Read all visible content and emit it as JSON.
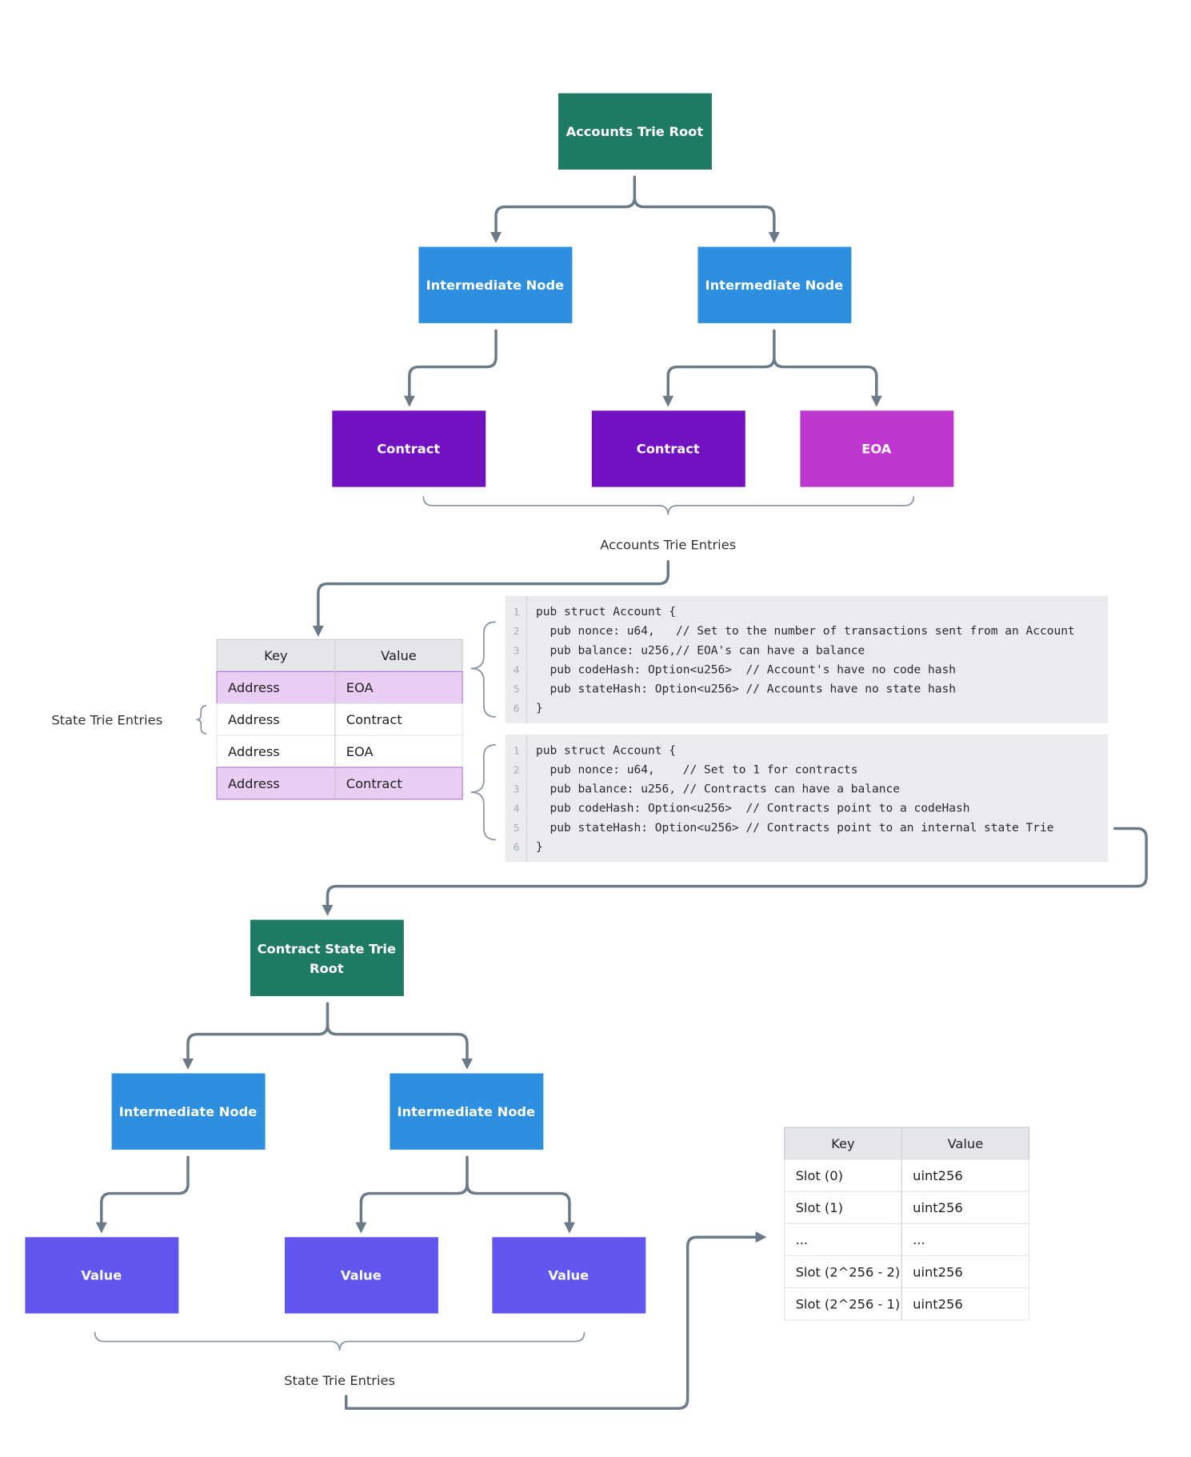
{
  "colors": {
    "root": "#1f7a64",
    "intermediate": "#2e8fe0",
    "contract": "#7211c2",
    "eoa": "#c036d1",
    "value": "#6157f0",
    "connector": "#6b7a88",
    "highlight_row": "#e9cdf3",
    "code_bg": "#e9ebee"
  },
  "accounts_trie": {
    "root": "Accounts Trie Root",
    "intermediate_left": "Intermediate Node",
    "intermediate_right": "Intermediate Node",
    "leaf_1": "Contract",
    "leaf_2": "Contract",
    "leaf_3": "EOA",
    "entries_label": "Accounts Trie Entries"
  },
  "state_trie_entries_label": "State Trie Entries",
  "accounts_table": {
    "headers": [
      "Key",
      "Value"
    ],
    "rows": [
      {
        "key": "Address",
        "value": "EOA",
        "highlight": true
      },
      {
        "key": "Address",
        "value": "Contract",
        "highlight": false
      },
      {
        "key": "Address",
        "value": "EOA",
        "highlight": false
      },
      {
        "key": "Address",
        "value": "Contract",
        "highlight": true
      }
    ]
  },
  "code_eoa": [
    "pub struct Account {",
    "  pub nonce: u64,   // Set to the number of transactions sent from an Account",
    "  pub balance: u256,// EOA's can have a balance",
    "  pub codeHash: Option<u256>  // Account's have no code hash",
    "  pub stateHash: Option<u256> // Accounts have no state hash",
    "}"
  ],
  "code_contract": [
    "pub struct Account {",
    "  pub nonce: u64,    // Set to 1 for contracts",
    "  pub balance: u256, // Contracts can have a balance",
    "  pub codeHash: Option<u256>  // Contracts point to a codeHash",
    "  pub stateHash: Option<u256> // Contracts point to an internal state Trie",
    "}"
  ],
  "contract_state_trie": {
    "root_line1": "Contract State Trie",
    "root_line2": "Root",
    "intermediate_left": "Intermediate Node",
    "intermediate_right": "Intermediate Node",
    "leaf_1": "Value",
    "leaf_2": "Value",
    "leaf_3": "Value",
    "entries_label": "State Trie Entries"
  },
  "storage_table": {
    "headers": [
      "Key",
      "Value"
    ],
    "rows": [
      {
        "key": "Slot (0)",
        "value": "uint256"
      },
      {
        "key": "Slot (1)",
        "value": "uint256"
      },
      {
        "key": "...",
        "value": "..."
      },
      {
        "key": "Slot (2^256 - 2)",
        "value": "uint256"
      },
      {
        "key": "Slot (2^256 - 1)",
        "value": "uint256"
      }
    ]
  }
}
